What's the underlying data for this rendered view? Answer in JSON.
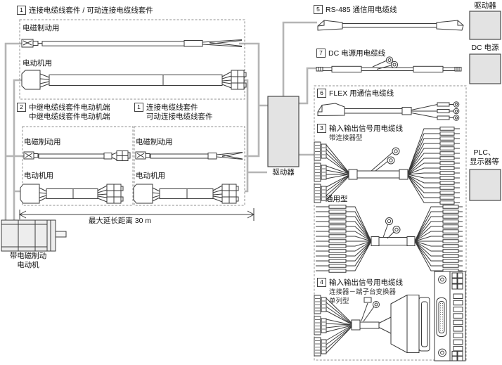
{
  "palette": {
    "box_fill": "#e3e3e3",
    "box_border": "#4a4a4a",
    "connection_line": "#b5b5b5",
    "dashed_border": "#8f8f8f",
    "ink": "#3a3a3a"
  },
  "left_column": {
    "set1": {
      "num": "1",
      "title": "连接电缆线套件 / 可动连接电缆线套件",
      "brake": "电磁制动用",
      "motor": "电动机用"
    },
    "set2": {
      "num": "2",
      "title1": "中继电缆线套件电动机端",
      "title2": "中继电缆线套件电动机端",
      "brake": "电磁制动用",
      "motor": "电动机用"
    },
    "set3": {
      "num": "1",
      "title1": "连接电缆线套件",
      "title2": "可动连接电缆线套件",
      "brake": "电磁制动用",
      "motor": "电动机用"
    },
    "max_distance": "最大延长距离 30 m",
    "motor_label1": "带电磁制动",
    "motor_label2": "电动机"
  },
  "center": {
    "driver": "驱动器"
  },
  "right_column": {
    "rs485": {
      "num": "5",
      "title": "RS-485 通信用电缆线"
    },
    "dc_cable": {
      "num": "7",
      "title": "DC 电源用电缆线"
    },
    "flex": {
      "num": "6",
      "title": "FLEX 用通信电缆线"
    },
    "io_connector": {
      "num": "3",
      "title": "输入输出信号用电缆线",
      "subtitle": "带连接器型"
    },
    "io_general_label": "通用型",
    "io_terminal": {
      "num": "4",
      "title": "输入输出信号用电缆线",
      "sub1": "连接器－端子台变换器",
      "sub2": "单列型"
    },
    "driver_box": "驱动器",
    "dc_power_box": "DC 电源",
    "plc_box1": "PLC、",
    "plc_box2": "显示器等"
  }
}
